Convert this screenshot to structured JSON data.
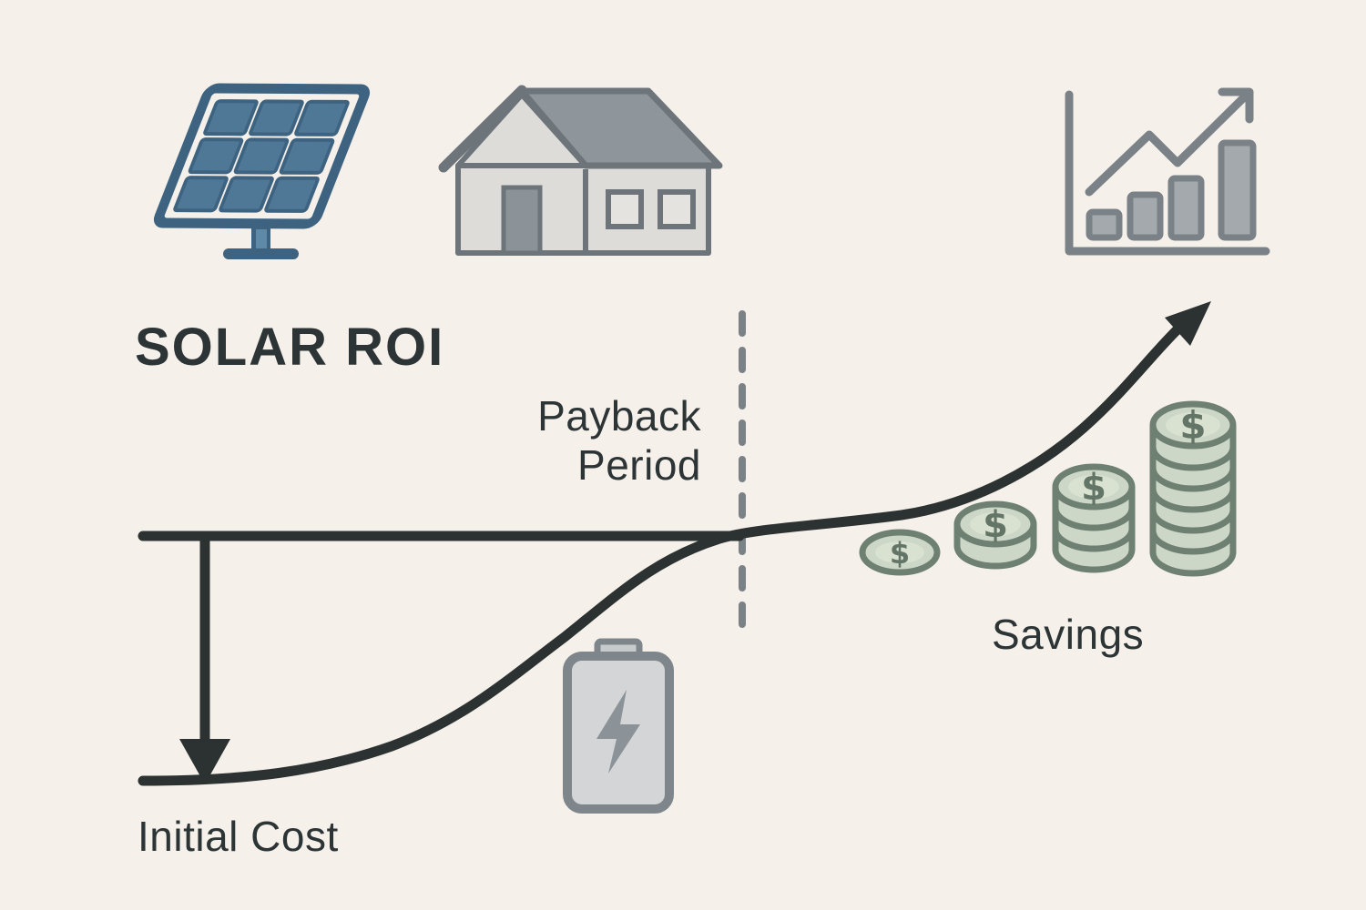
{
  "title": "SOLAR ROI",
  "labels": {
    "payback_line1": "Payback",
    "payback_line2": "Period",
    "initial_cost": "Initial Cost",
    "savings": "Savings"
  },
  "coins": {
    "dollar": "$"
  },
  "icons": [
    {
      "name": "solar-panel-icon"
    },
    {
      "name": "house-icon"
    },
    {
      "name": "growth-chart-icon"
    },
    {
      "name": "battery-charging-icon"
    },
    {
      "name": "coin-stack-icon"
    },
    {
      "name": "initial-cost-down-arrow"
    },
    {
      "name": "roi-curve-up-arrow"
    },
    {
      "name": "payback-dashed-divider"
    }
  ],
  "colors": {
    "background": "#f5f1ea",
    "ink": "#2b3231",
    "text": "#2d3436",
    "dash": "#7b8286",
    "panel-frame": "#3d6381",
    "panel-cell": "#4e7896",
    "panel-stand-light": "#5e8aa8",
    "house-line": "#6d747a",
    "house-roof": "#8e959b",
    "house-wall": "#dddcd8",
    "house-door": "#8b9298",
    "window-fill": "#e4e3df",
    "gray-icon": "#7b8287",
    "gray-icon-fill": "#a3a9ad",
    "battery-line": "#7e868c",
    "battery-fill": "#d3d5d6",
    "battery-terminal": "#c8cbcc",
    "battery-bolt": "#8b9298",
    "coin-line": "#6e8072",
    "coin-fill": "#cdd7c7",
    "coin-inner": "#d9e1d1",
    "coin-symbol": "#637566"
  }
}
